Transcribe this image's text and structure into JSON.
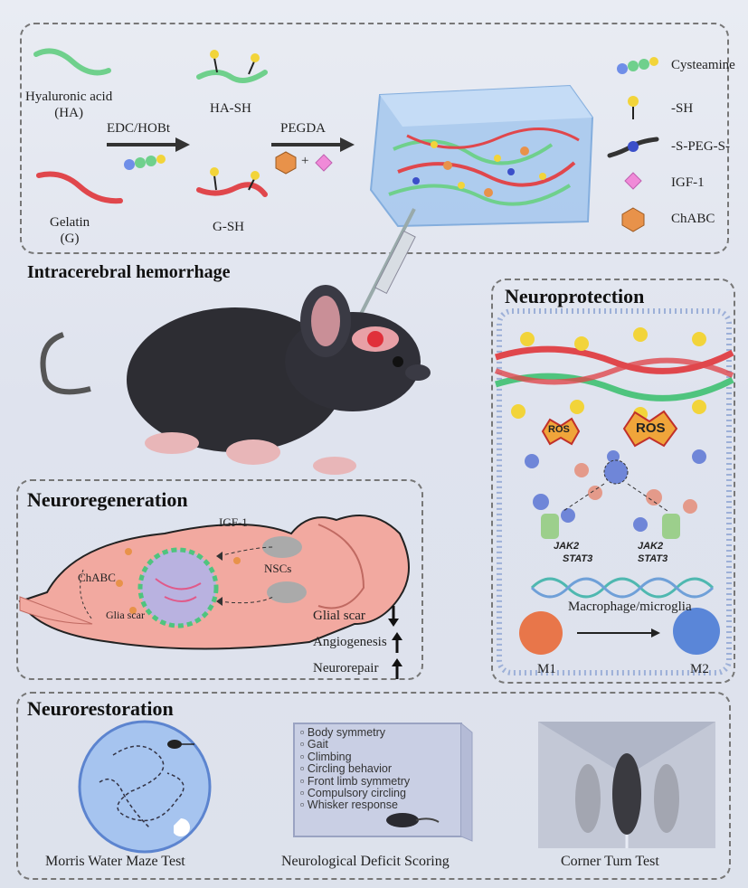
{
  "synthesis": {
    "ha_label": "Hyaluronic acid\n(HA)",
    "gelatin_label": "Gelatin\n(G)",
    "reagent1": "EDC/HOBt",
    "ha_sh": "HA-SH",
    "g_sh": "G-SH",
    "reagent2": "PEGDA",
    "plus": "+"
  },
  "legend": [
    {
      "label": "Cysteamine"
    },
    {
      "label": "-SH"
    },
    {
      "label": "-S-PEG-S-"
    },
    {
      "label": "IGF-1"
    },
    {
      "label": "ChABC"
    }
  ],
  "ich": {
    "title": "Intracerebral  hemorrhage"
  },
  "neuroprotection": {
    "title": "Neuroprotection",
    "ros": "ROS",
    "jak2": "JAK2",
    "stat3": "STAT3",
    "macrophage": "Macrophage/microglia",
    "m1": "M1",
    "m2": "M2"
  },
  "neuroregeneration": {
    "title": "Neuroregeneration",
    "igf1": "IGF-1",
    "nscs": "NSCs",
    "chabc": "ChABC",
    "glia_scar": "Glia scar",
    "outcomes": [
      {
        "label": "Glial scar",
        "direction": "down"
      },
      {
        "label": "Angiogenesis",
        "direction": "up"
      },
      {
        "label": "Neurorepair",
        "direction": "up"
      }
    ]
  },
  "neurorestoration": {
    "title": "Neurorestoration",
    "tests": [
      "Morris Water Maze Test",
      "Neurological Deficit Scoring",
      "Corner Turn Test"
    ],
    "scoring_items": [
      "Body symmetry",
      "Gait",
      "Climbing",
      "Circling behavior",
      "Front limb symmetry",
      "Compulsory circling",
      "Whisker response"
    ]
  },
  "colors": {
    "ha": "#6fd08c",
    "gelatin": "#e0474c",
    "sh": "#f2d43a",
    "peg": "#3b4fc9",
    "igf": "#f08ad8",
    "chabc": "#e8924a"
  }
}
